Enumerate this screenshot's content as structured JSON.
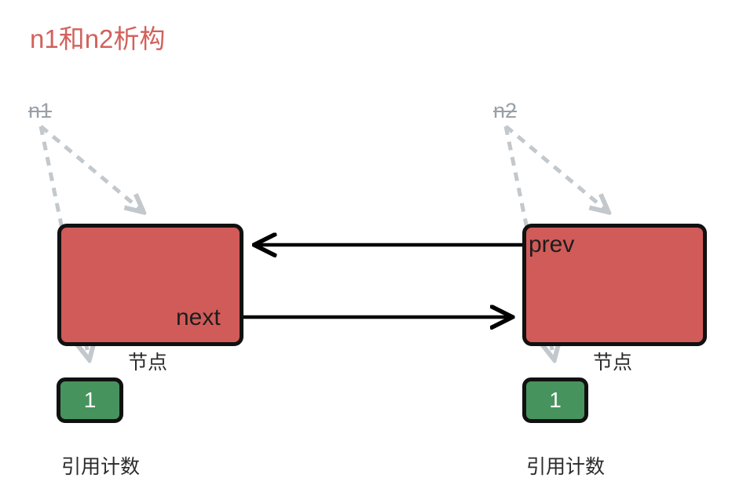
{
  "diagram": {
    "title": "n1和n2析构",
    "title_color": "#d2615c",
    "background": "#ffffff"
  },
  "pointers": [
    {
      "name": "n1",
      "label": "n1",
      "struck_through": true,
      "color": "#98a0a8"
    },
    {
      "name": "n2",
      "label": "n2",
      "struck_through": true,
      "color": "#98a0a8"
    }
  ],
  "nodes": [
    {
      "id": "left-node",
      "fill": "#d05b58",
      "border": "#111111",
      "field_label": "next",
      "caption": "节点",
      "refcount": {
        "value": "1",
        "fill": "#47935e",
        "border": "#111111",
        "text_color": "#ffffff",
        "caption": "引用计数"
      }
    },
    {
      "id": "right-node",
      "fill": "#d05b58",
      "border": "#111111",
      "field_label": "prev",
      "caption": "节点",
      "refcount": {
        "value": "1",
        "fill": "#47935e",
        "border": "#111111",
        "text_color": "#ffffff",
        "caption": "引用计数"
      }
    }
  ],
  "links": [
    {
      "name": "next-link",
      "from": "left-node.next",
      "to": "right-node",
      "direction": "right",
      "style": "solid",
      "color": "#000000"
    },
    {
      "name": "prev-link",
      "from": "right-node.prev",
      "to": "left-node",
      "direction": "left",
      "style": "solid",
      "color": "#000000"
    }
  ],
  "reference_arrows": [
    {
      "name": "n1-to-left-node",
      "style": "dashed",
      "color": "#c3c8cc"
    },
    {
      "name": "n1-to-left-refcount",
      "style": "dashed",
      "color": "#c3c8cc"
    },
    {
      "name": "n2-to-right-node",
      "style": "dashed",
      "color": "#c3c8cc"
    },
    {
      "name": "n2-to-right-refcount",
      "style": "dashed",
      "color": "#c3c8cc"
    }
  ]
}
